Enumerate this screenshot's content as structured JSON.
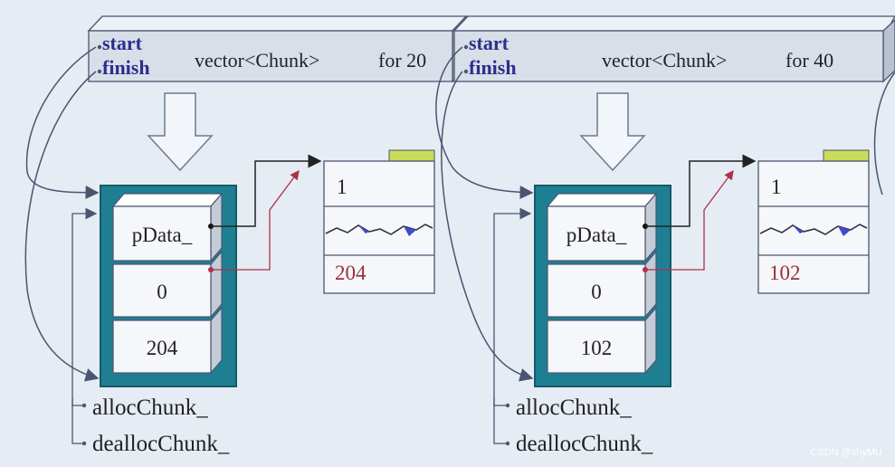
{
  "panels": [
    {
      "header": {
        "start": "start",
        "finish": "finish",
        "type": "vector<Chunk>",
        "count": "for 20"
      },
      "chunk": {
        "field1": "pData_",
        "field2": "0",
        "field3": "204"
      },
      "block": {
        "counter": "1",
        "value": "204"
      },
      "labels": {
        "alloc": "allocChunk_",
        "dealloc": "deallocChunk_"
      }
    },
    {
      "header": {
        "start": "start",
        "finish": "finish",
        "type": "vector<Chunk>",
        "count": "for 40"
      },
      "chunk": {
        "field1": "pData_",
        "field2": "0",
        "field3": "102"
      },
      "block": {
        "counter": "1",
        "value": "102"
      },
      "labels": {
        "alloc": "allocChunk_",
        "dealloc": "deallocChunk_"
      }
    }
  ],
  "watermark": "CSDN @shyMU",
  "colors": {
    "background": "#e6ecf3",
    "header_face": "#d8dfe9",
    "teal_frame": "#1e7f93",
    "box_face": "#f5f7fa",
    "tag_green": "#c9dc5a",
    "ref_red": "#b0304a",
    "label_blue": "#2c2e8c"
  }
}
